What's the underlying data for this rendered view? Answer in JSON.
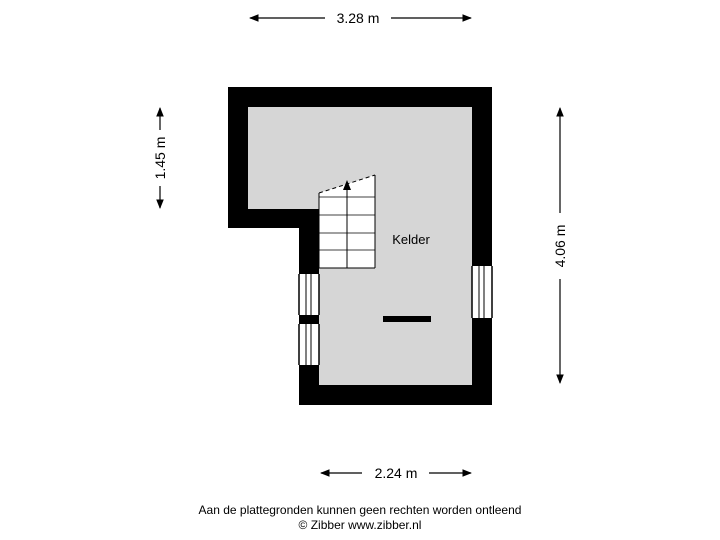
{
  "floorplan": {
    "room_name": "Kelder",
    "dimensions": {
      "top_width": "3.28 m",
      "left_height": "1.45 m",
      "right_height": "4.06 m",
      "bottom_width": "2.24 m"
    },
    "colors": {
      "wall": "#000000",
      "floor": "#d6d6d6",
      "background": "#ffffff"
    }
  },
  "footer": {
    "disclaimer": "Aan de plattegronden kunnen geen rechten worden ontleend",
    "copyright": "© Zibber www.zibber.nl"
  }
}
